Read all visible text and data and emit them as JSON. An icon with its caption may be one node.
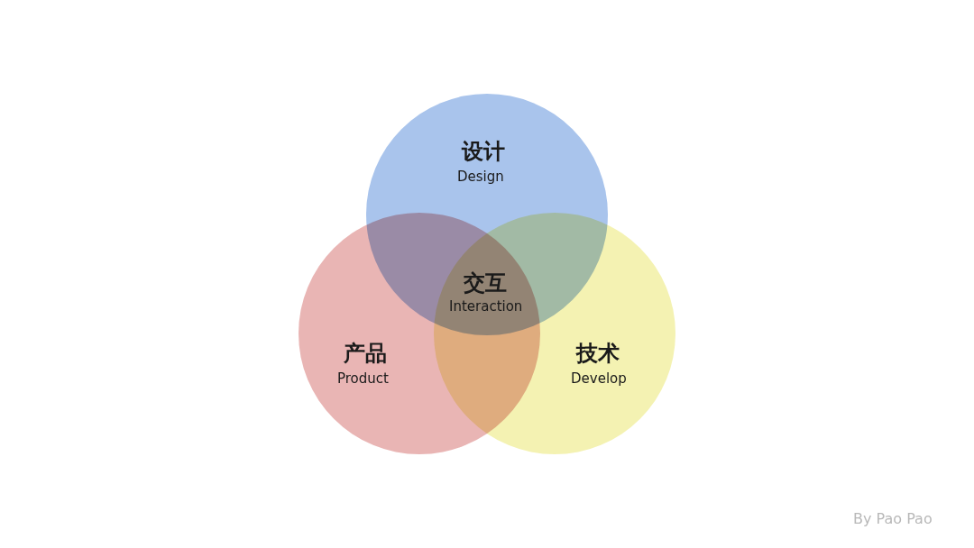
{
  "diagram": {
    "nodes": [
      {
        "text": [
          "设计",
          "Design"
        ]
      },
      {
        "text": [
          "产品",
          "Product"
        ]
      },
      {
        "text": [
          "技术",
          "Develop"
        ]
      }
    ],
    "edges": [],
    "labels": [
      "交互",
      "Interaction",
      "By Pao Pao"
    ]
  }
}
